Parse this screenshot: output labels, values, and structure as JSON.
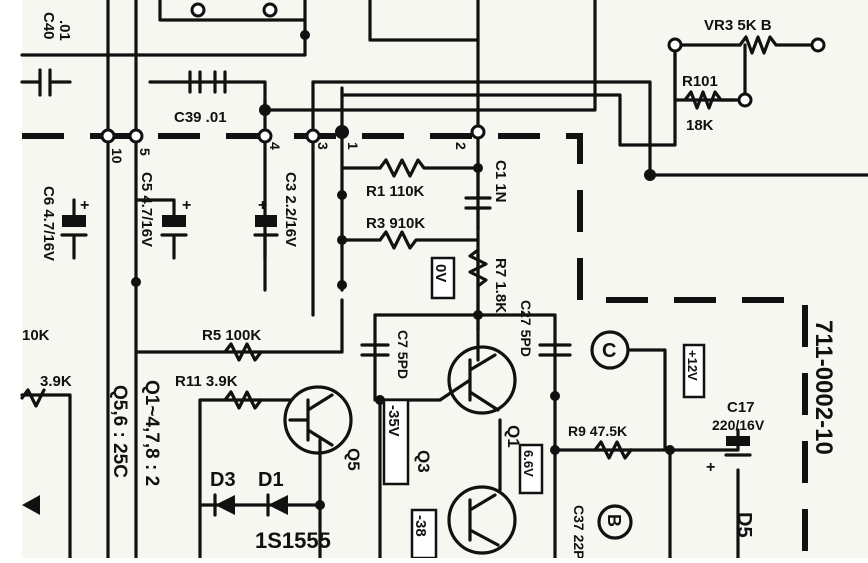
{
  "title": "",
  "texts": {
    "C40": "C40",
    "c40_val": ".01",
    "C39": "C39 .01",
    "C6": "C6 4.7/16V",
    "C5": "C5 4.7/16V",
    "C3": "C3 2.2/16V",
    "R1": "R1 110K",
    "R3": "R3 910K",
    "C1": "C1 1N",
    "R7": "R7 1.8K",
    "DV": "0V",
    "C27": "C27 5PD",
    "C7": "C7 5PD",
    "R5": "R5 100K",
    "R11": "R11 3.9K",
    "r_left": "3.9K",
    "r_edge": "10K",
    "Q1list": "Q1~4,7,8 : 2",
    "Q56": "Q5,6 : 25C",
    "D3": "D3",
    "D1": "D1",
    "IS1555": "1S1555",
    "Q5": "Q5",
    "Q3": "Q3",
    "Q1": "Q1",
    "V35": "-35V",
    "V38": "-38",
    "V66": "6.6V",
    "R9": "R9 47.5K",
    "C17": "C17",
    "C17v": "220/16V",
    "V12": "+12V",
    "C37": "C37 22P",
    "D5": "D5",
    "VR3": "VR3 5K B",
    "R101": "R101",
    "R101v": "18K",
    "partno": "711-0002-10",
    "pin10": "10",
    "pin5": "5",
    "pin4": "4",
    "pin3": "3",
    "pin1": "1",
    "pin2": "2",
    "termC": "C",
    "termB": "B",
    "pol_plus": "+"
  }
}
